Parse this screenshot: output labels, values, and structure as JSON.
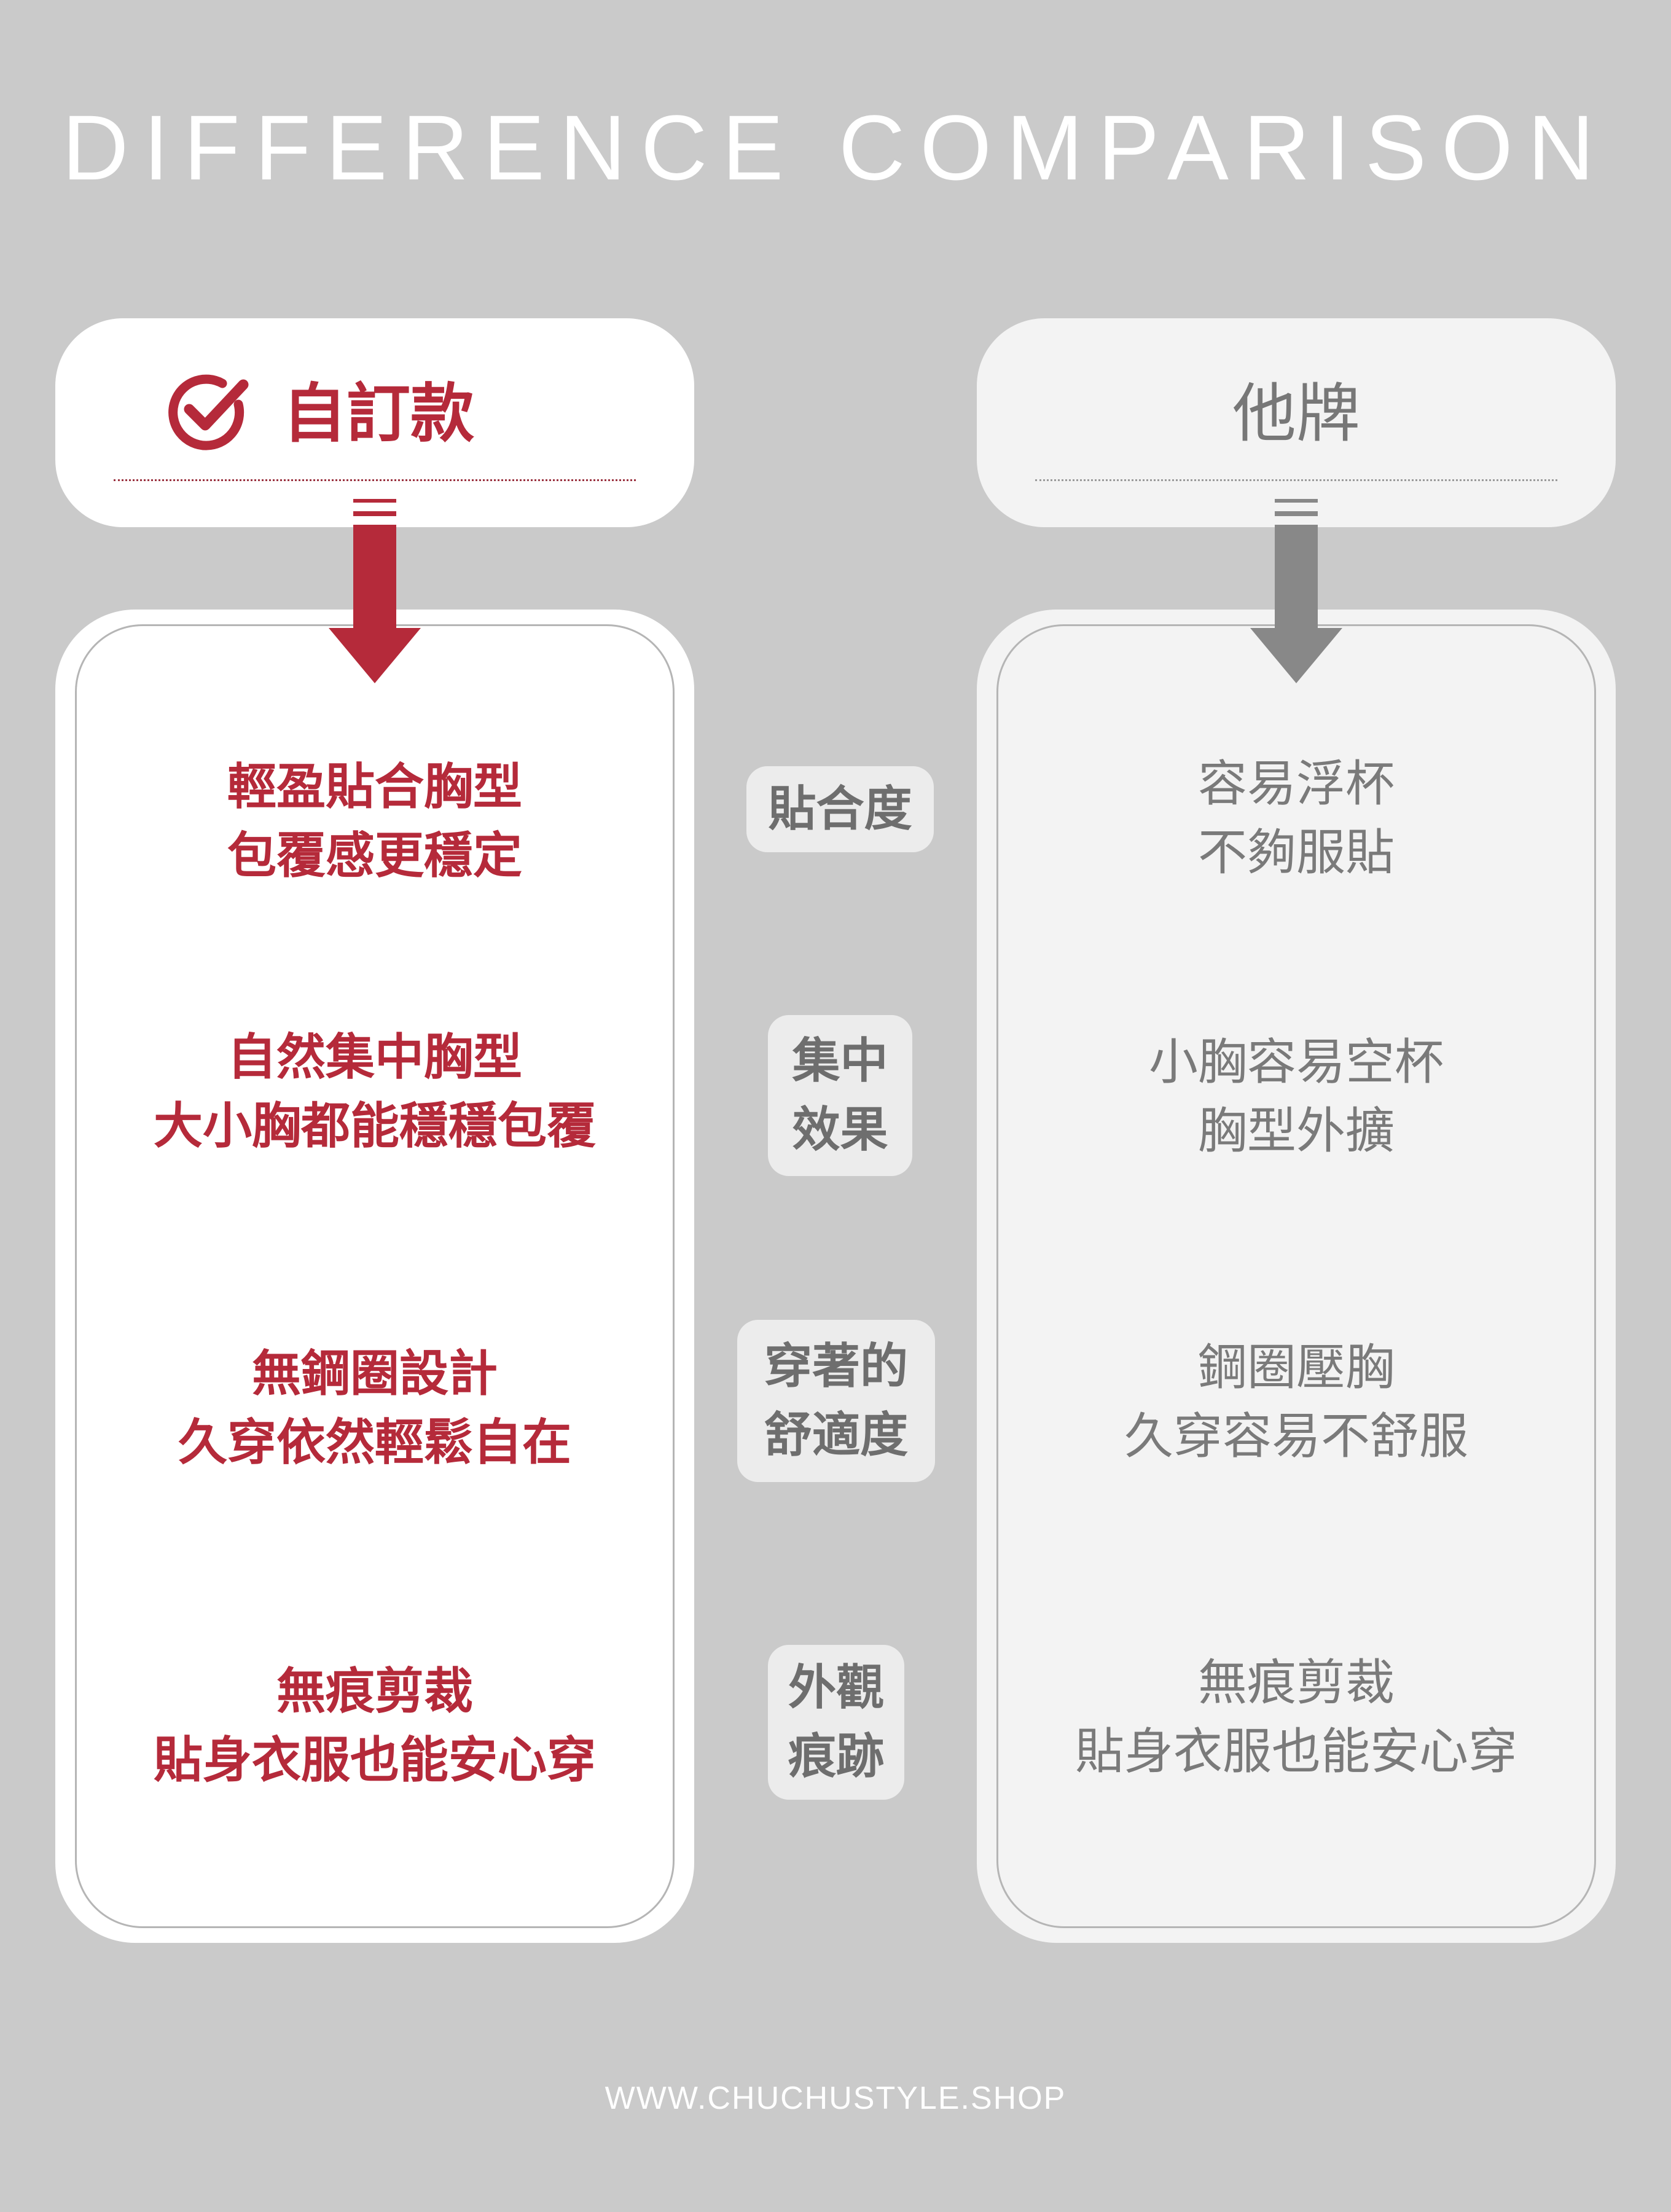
{
  "title": "DIFFERENCE COMPARISON",
  "footer": "WWW.CHUCHUSTYLE.SHOP",
  "colors": {
    "background": "#cacaca",
    "accent_red": "#b52a3a",
    "muted_gray": "#7a7a7a",
    "card_white": "#ffffff",
    "card_gray": "#f3f3f3",
    "label_bg": "#ececec"
  },
  "left_header": {
    "label": "自訂款",
    "icon": "check-circle-icon"
  },
  "right_header": {
    "label": "他牌"
  },
  "rows": [
    {
      "label": [
        "貼合度"
      ],
      "left": [
        "輕盈貼合胸型",
        "包覆感更穩定"
      ],
      "right": [
        "容易浮杯",
        "不夠服貼"
      ]
    },
    {
      "label": [
        "集中",
        "效果"
      ],
      "left": [
        "自然集中胸型",
        "大小胸都能穩穩包覆"
      ],
      "right": [
        "小胸容易空杯",
        "胸型外擴"
      ]
    },
    {
      "label": [
        "穿著的",
        "舒適度"
      ],
      "left": [
        "無鋼圈設計",
        "久穿依然輕鬆自在"
      ],
      "right": [
        "鋼圈壓胸",
        "久穿容易不舒服"
      ]
    },
    {
      "label": [
        "外觀",
        "痕跡"
      ],
      "left": [
        "無痕剪裁",
        "貼身衣服也能安心穿"
      ],
      "right": [
        "無痕剪裁",
        "貼身衣服也能安心穿"
      ]
    }
  ]
}
